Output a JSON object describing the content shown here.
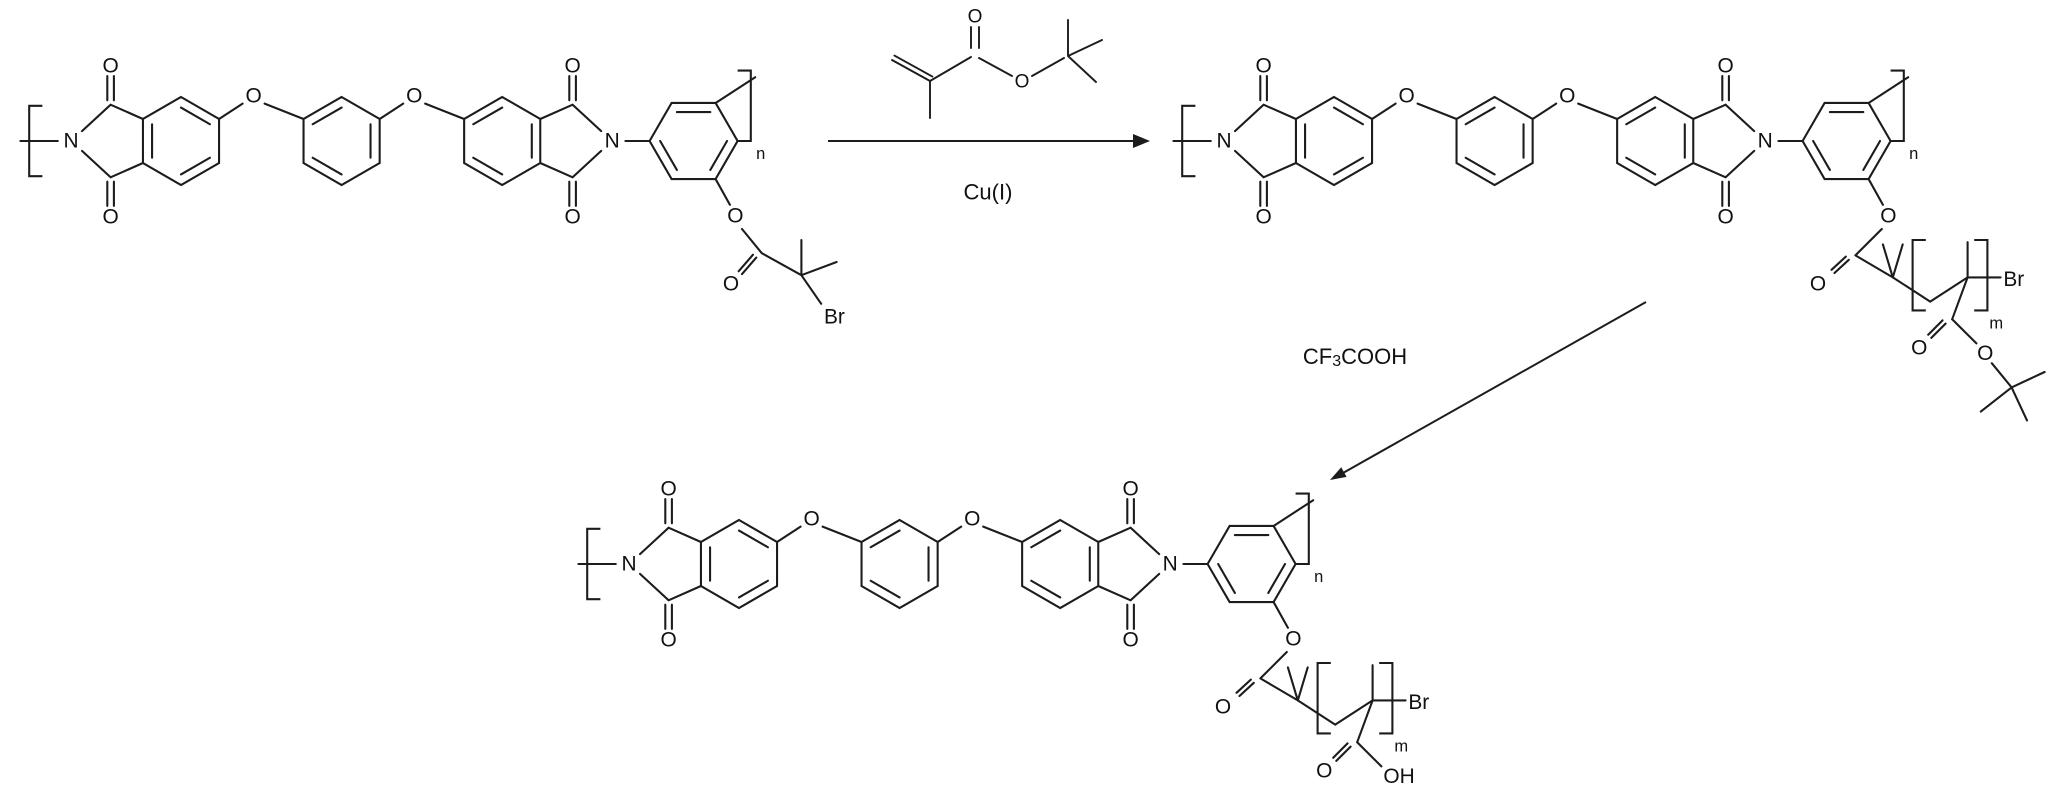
{
  "diagram": {
    "type": "chemical-reaction-scheme",
    "atoms": {
      "oxygen": "O",
      "nitrogen": "N",
      "bromine": "Br",
      "hydroxyl": "OH"
    },
    "subscripts": {
      "n": "n",
      "m": "m"
    },
    "step1": {
      "catalyst": "Cu(I)"
    },
    "step2": {
      "reagent_prefix": "CF",
      "reagent_subscript": "3",
      "reagent_suffix": "COOH"
    }
  }
}
